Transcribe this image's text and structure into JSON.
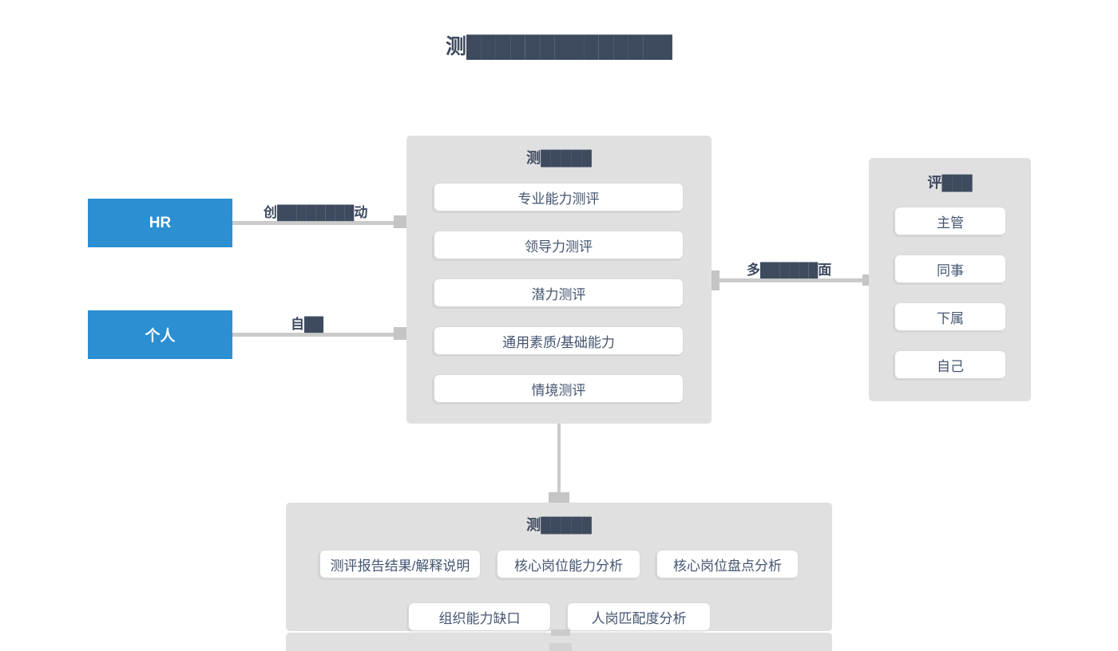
{
  "title": {
    "text": "测██████████████"
  },
  "actors": {
    "hr": "HR",
    "person": "个人"
  },
  "edges": {
    "hr_label": "创████████动",
    "person_label": "自██",
    "raters_label": "多██████面"
  },
  "center_panel": {
    "title": "测█████",
    "items": [
      "专业能力测评",
      "领导力测评",
      "潜力测评",
      "通用素质/基础能力",
      "情境测评"
    ]
  },
  "raters_panel": {
    "title": "评███",
    "items": [
      "主管",
      "同事",
      "下属",
      "自己"
    ]
  },
  "results_panel": {
    "title": "测█████",
    "row1": [
      "测评报告结果/解释说明",
      "核心岗位能力分析",
      "核心岗位盘点分析"
    ],
    "row2": [
      "组织能力缺口",
      "人岗匹配度分析"
    ]
  },
  "colors": {
    "accent_blue": "#2B8FD2",
    "panel_gray": "#E0E0E0",
    "dark_text": "#3E4A5E",
    "line_gray": "#CBCBCB",
    "node_bg": "#FFFFFF"
  }
}
